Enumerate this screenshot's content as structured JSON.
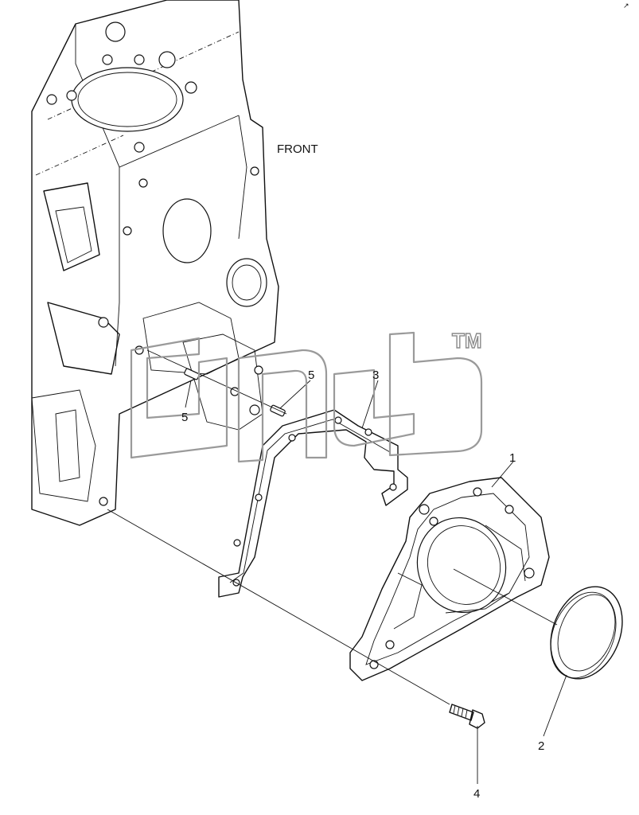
{
  "labels": {
    "front": "FRONT",
    "trademark": "TM",
    "callout_1": "1",
    "callout_2": "2",
    "callout_3": "3",
    "callout_4": "4",
    "callout_5a": "5",
    "callout_5b": "5",
    "corner_mark": "↗"
  }
}
